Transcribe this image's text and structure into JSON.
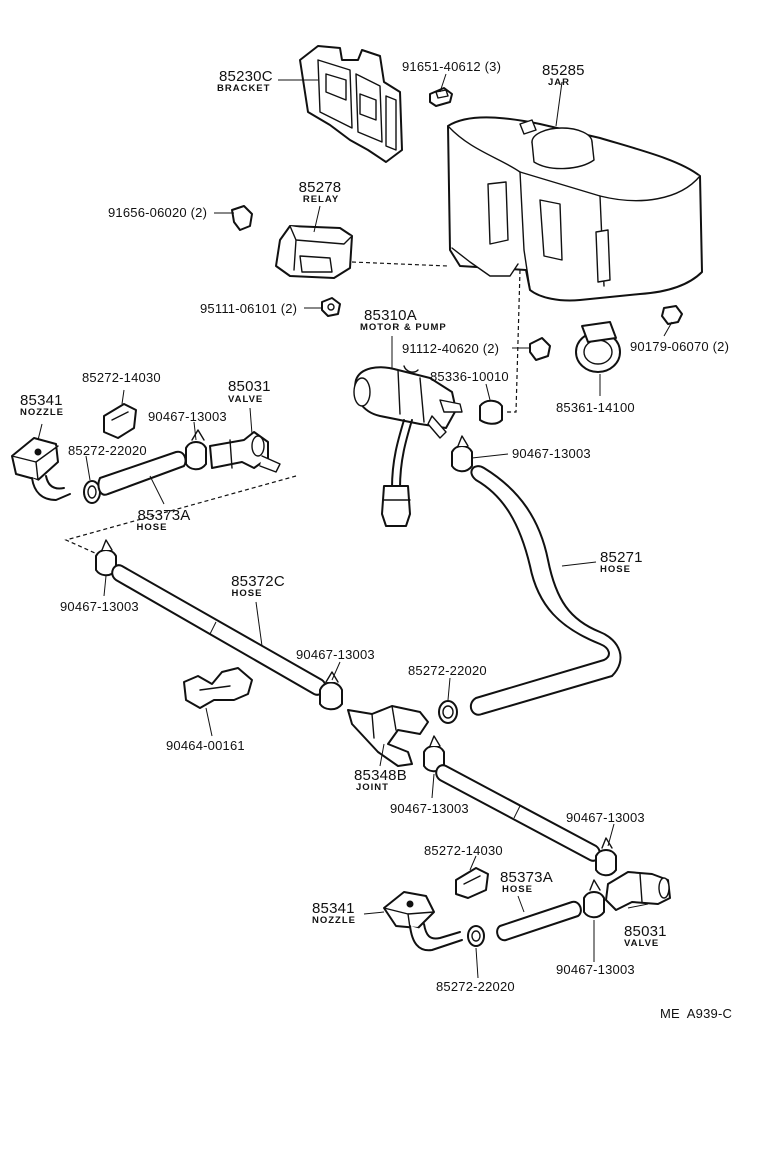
{
  "labels": {
    "bracket_pn": "85230C",
    "bracket_nm": "BRACKET",
    "bolt_top_pn": "91651-40612 (3)",
    "jar_pn": "85285",
    "jar_nm": "JAR",
    "relay_pn": "85278",
    "relay_nm": "RELAY",
    "bolt_relay_pn": "91656-06020 (2)",
    "nut_pn": "95111-06101 (2)",
    "motor_pn": "85310A",
    "motor_nm": "MOTOR & PUMP",
    "bolt_jar_pn": "91112-40620 (2)",
    "nut_jar_pn": "90179-06070 (2)",
    "grommet_pn": "85336-10010",
    "clamp_jar_pn": "85361-14100",
    "nozzle_clip_l_pn": "85272-14030",
    "nozzle_l_pn": "85341",
    "nozzle_l_nm": "NOZZLE",
    "valve_l_pn": "85031",
    "valve_l_nm": "VALVE",
    "clip_l_pn": "90467-13003",
    "clamp_l_pn": "85272-22020",
    "clip_pump_pn": "90467-13003",
    "hose_l_pn": "85373A",
    "hose_l_nm": "HOSE",
    "hose_main_pn": "85271",
    "hose_main_nm": "HOSE",
    "clip_hose2_pn": "90467-13003",
    "hose_mid_pn": "85372C",
    "hose_mid_nm": "HOSE",
    "clip_mid_pn": "90467-13003",
    "clamp_mid_pn": "85272-22020",
    "clamp_bracket_pn": "90464-00161",
    "joint_pn": "85348B",
    "joint_nm": "JOINT",
    "clip_joint_pn": "90467-13003",
    "clip_r_pn": "90467-13003",
    "nozzle_clip_r_pn": "85272-14030",
    "hose_r_pn": "85373A",
    "hose_r_nm": "HOSE",
    "nozzle_r_pn": "85341",
    "nozzle_r_nm": "NOZZLE",
    "valve_r_pn": "85031",
    "valve_r_nm": "VALVE",
    "clip_r2_pn": "90467-13003",
    "clamp_r_pn": "85272-22020",
    "ref_code": "ME  A939-C"
  }
}
